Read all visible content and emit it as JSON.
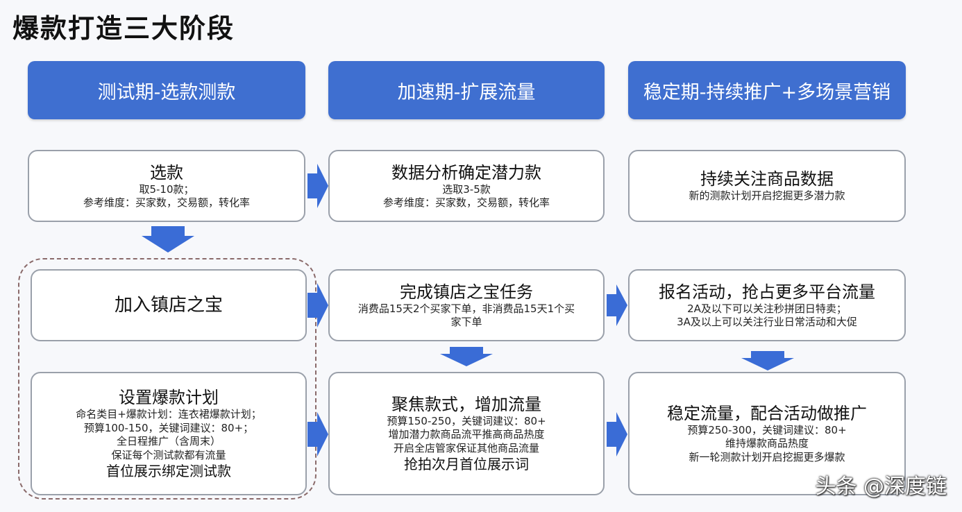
{
  "title": "爆款打造三大阶段",
  "stages": [
    {
      "header": "测试期-选款测款",
      "boxes": [
        {
          "title": "选款",
          "lines": [
            "取5-10款；",
            "参考维度：买家数，交易额，转化率"
          ]
        },
        {
          "title": "加入镇店之宝",
          "lines": []
        },
        {
          "title": "设置爆款计划",
          "lines": [
            "命名类目+爆款计划：连衣裙爆款计划；",
            "预算100-150，关键词建议：80+；",
            "全日程推广（含周末）",
            "保证每个测试款都有流量"
          ],
          "footer": "首位展示绑定测试款"
        }
      ]
    },
    {
      "header": "加速期-扩展流量",
      "boxes": [
        {
          "title": "数据分析确定潜力款",
          "lines": [
            "选取3-5款",
            "参考维度：买家数，交易额，转化率"
          ]
        },
        {
          "title": "完成镇店之宝任务",
          "lines": [
            "消费品15天2个买家下单，非消费品15天1个买",
            "家下单"
          ]
        },
        {
          "title": "聚焦款式，增加流量",
          "lines": [
            "预算150-250，关键词建议：80+",
            "增加潜力款商品流平推高商品热度",
            "开启全店管家保证其他商品流量"
          ],
          "footer": "抢拍次月首位展示词"
        }
      ]
    },
    {
      "header": "稳定期-持续推广+多场景营销",
      "boxes": [
        {
          "title": "持续关注商品数据",
          "lines": [
            "新的测款计划开启挖掘更多潜力款"
          ]
        },
        {
          "title": "报名活动，抢占更多平台流量",
          "lines": [
            "2A及以下可以关注秒拼团日特卖；",
            "3A及以上可以关注行业日常活动和大促"
          ]
        },
        {
          "title": "稳定流量，配合活动做推广",
          "lines": [
            "预算250-300，关键词建议：80+",
            "维持爆款商品热度",
            "新一轮测款计划开启挖掘更多爆款"
          ]
        }
      ]
    }
  ],
  "watermark": "头条 @深度链",
  "colors": {
    "header_bg": "#3f6fd0",
    "arrow": "#3a6cd6"
  }
}
